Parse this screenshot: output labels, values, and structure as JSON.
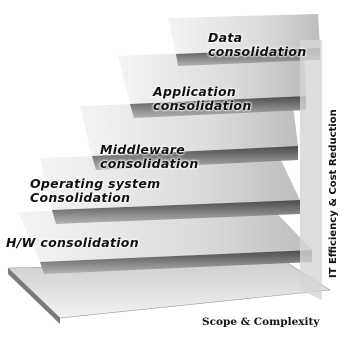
{
  "steps": [
    {
      "lines": [
        "H/W consolidation"
      ]
    },
    {
      "lines": [
        "Operating system",
        "Consolidation"
      ]
    },
    {
      "lines": [
        "Middleware",
        "consolidation"
      ]
    },
    {
      "lines": [
        "Application",
        "consolidation"
      ]
    },
    {
      "lines": [
        "Data",
        "consolidation"
      ]
    }
  ],
  "axes": {
    "x_label": "Scope & Complexity",
    "y_label": "IT Efficiency & Cost Reduction"
  },
  "colors": {
    "step_top": "#e2e2e2",
    "step_face": "#8e8e8e",
    "step_shadow": "#3c3c3c",
    "text": "#111111"
  }
}
